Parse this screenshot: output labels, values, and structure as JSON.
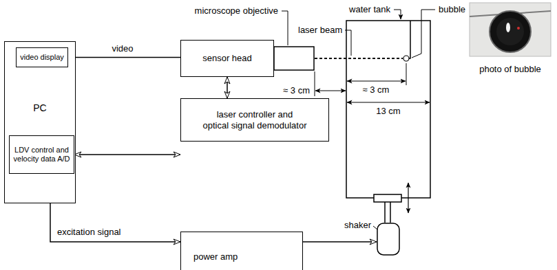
{
  "diagram": {
    "nodes": [
      {
        "text": [
          "PC"
        ]
      },
      {
        "text": [
          "video display"
        ],
        "in": 0
      },
      {
        "text": [
          "LDV control and velocity data A/D"
        ],
        "in": 0
      },
      {
        "text": [
          "sensor head"
        ]
      },
      {
        "text": [
          "laser controller and optical signal demodulator"
        ]
      },
      {
        "text": [
          "power amp"
        ]
      },
      {
        "text": [
          "shaker"
        ]
      }
    ],
    "edges": [
      {
        "from": 3,
        "to": 1,
        "arrow": "to",
        "label": "video"
      },
      {
        "from": 3,
        "to": 4,
        "arrow": "both"
      },
      {
        "from": 2,
        "to": 4,
        "arrow": "both"
      },
      {
        "from": 0,
        "to": 5,
        "arrow": "to",
        "label": "excitation signal"
      },
      {
        "from": 5,
        "to": 6,
        "arrow": "to"
      }
    ],
    "labels": [
      "microscope objective",
      "laser beam",
      "water tank",
      "bubble",
      "≈ 3 cm",
      "≈ 3 cm",
      "13 cm",
      "photo of bubble"
    ]
  }
}
